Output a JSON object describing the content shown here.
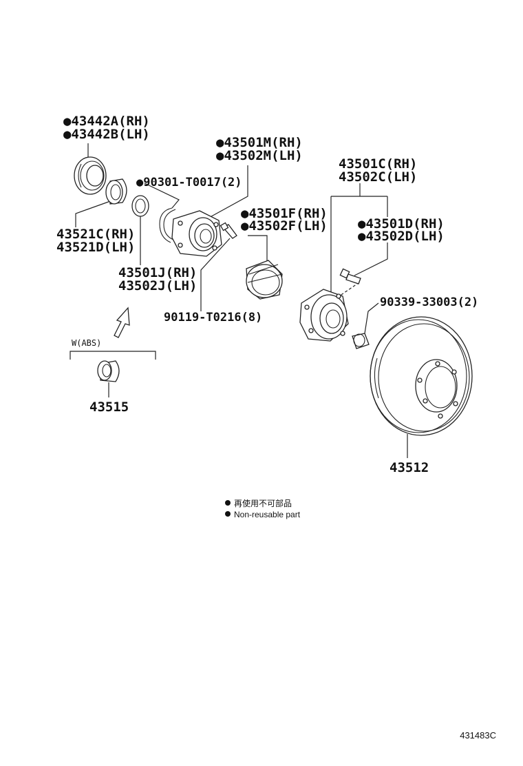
{
  "labels": {
    "l43442a": "●43442A(RH)",
    "l43442b": "●43442B(LH)",
    "l43501m": "●43501M(RH)",
    "l43502m": "●43502M(LH)",
    "l90301": "●90301-T0017(2)",
    "l43501c": "43501C(RH)",
    "l43502c": "43502C(LH)",
    "l43501f": "●43501F(RH)",
    "l43502f": "●43502F(LH)",
    "l43501d": "●43501D(RH)",
    "l43502d": "●43502D(LH)",
    "l43521c": "43521C(RH)",
    "l43521d": "43521D(LH)",
    "l43501j": "43501J(RH)",
    "l43502j": "43502J(LH)",
    "l90119": "90119-T0216(8)",
    "l90339": "90339-33003(2)",
    "wabs": "W(ABS)",
    "l43515": "43515",
    "l43512": "43512"
  },
  "legend": {
    "jp": "再使用不可部品",
    "en": "Non-reusable part"
  },
  "figure_id": "431483C"
}
